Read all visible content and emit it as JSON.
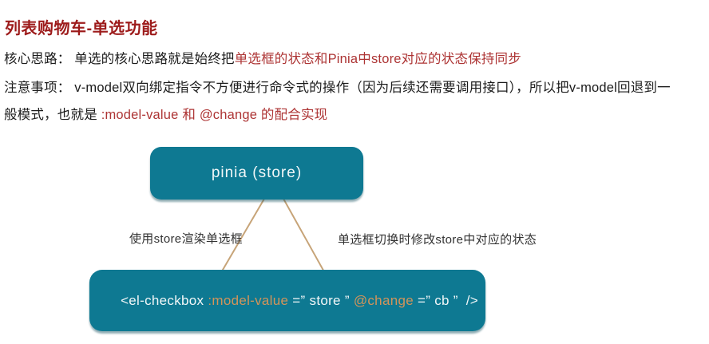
{
  "title": "列表购物车-单选功能",
  "paragraphs": {
    "core_label": "核心思路： 单选的核心思路就是始终把",
    "core_red": "单选框的状态和Pinia中store对应的状态保持同步",
    "note_line1": "注意事项： v-model双向绑定指令不方便进行命令式的操作（因为后续还需要调用接口），所以把v-model回退到一",
    "note_line2_black": "般模式，也就是 ",
    "note_line2_red": ":model-value 和 @change 的配合实现"
  },
  "diagram": {
    "store_box_label": "pinia (store)",
    "left_arrow_label": "使用store渲染单选框",
    "right_arrow_label": "单选框切换时修改store中对应的状态",
    "code": {
      "prefix": "<el-checkbox ",
      "attr1": ":model-value",
      "mid1": " =” store ” ",
      "attr2": "@change",
      "suffix": " =” cb ”  />"
    }
  },
  "colors": {
    "title_red": "#9d1b1b",
    "inline_red": "#ad3434",
    "box_teal": "#0e7992",
    "code_attr_orange": "#d2945a",
    "arrow_tan": "#c7a478"
  }
}
